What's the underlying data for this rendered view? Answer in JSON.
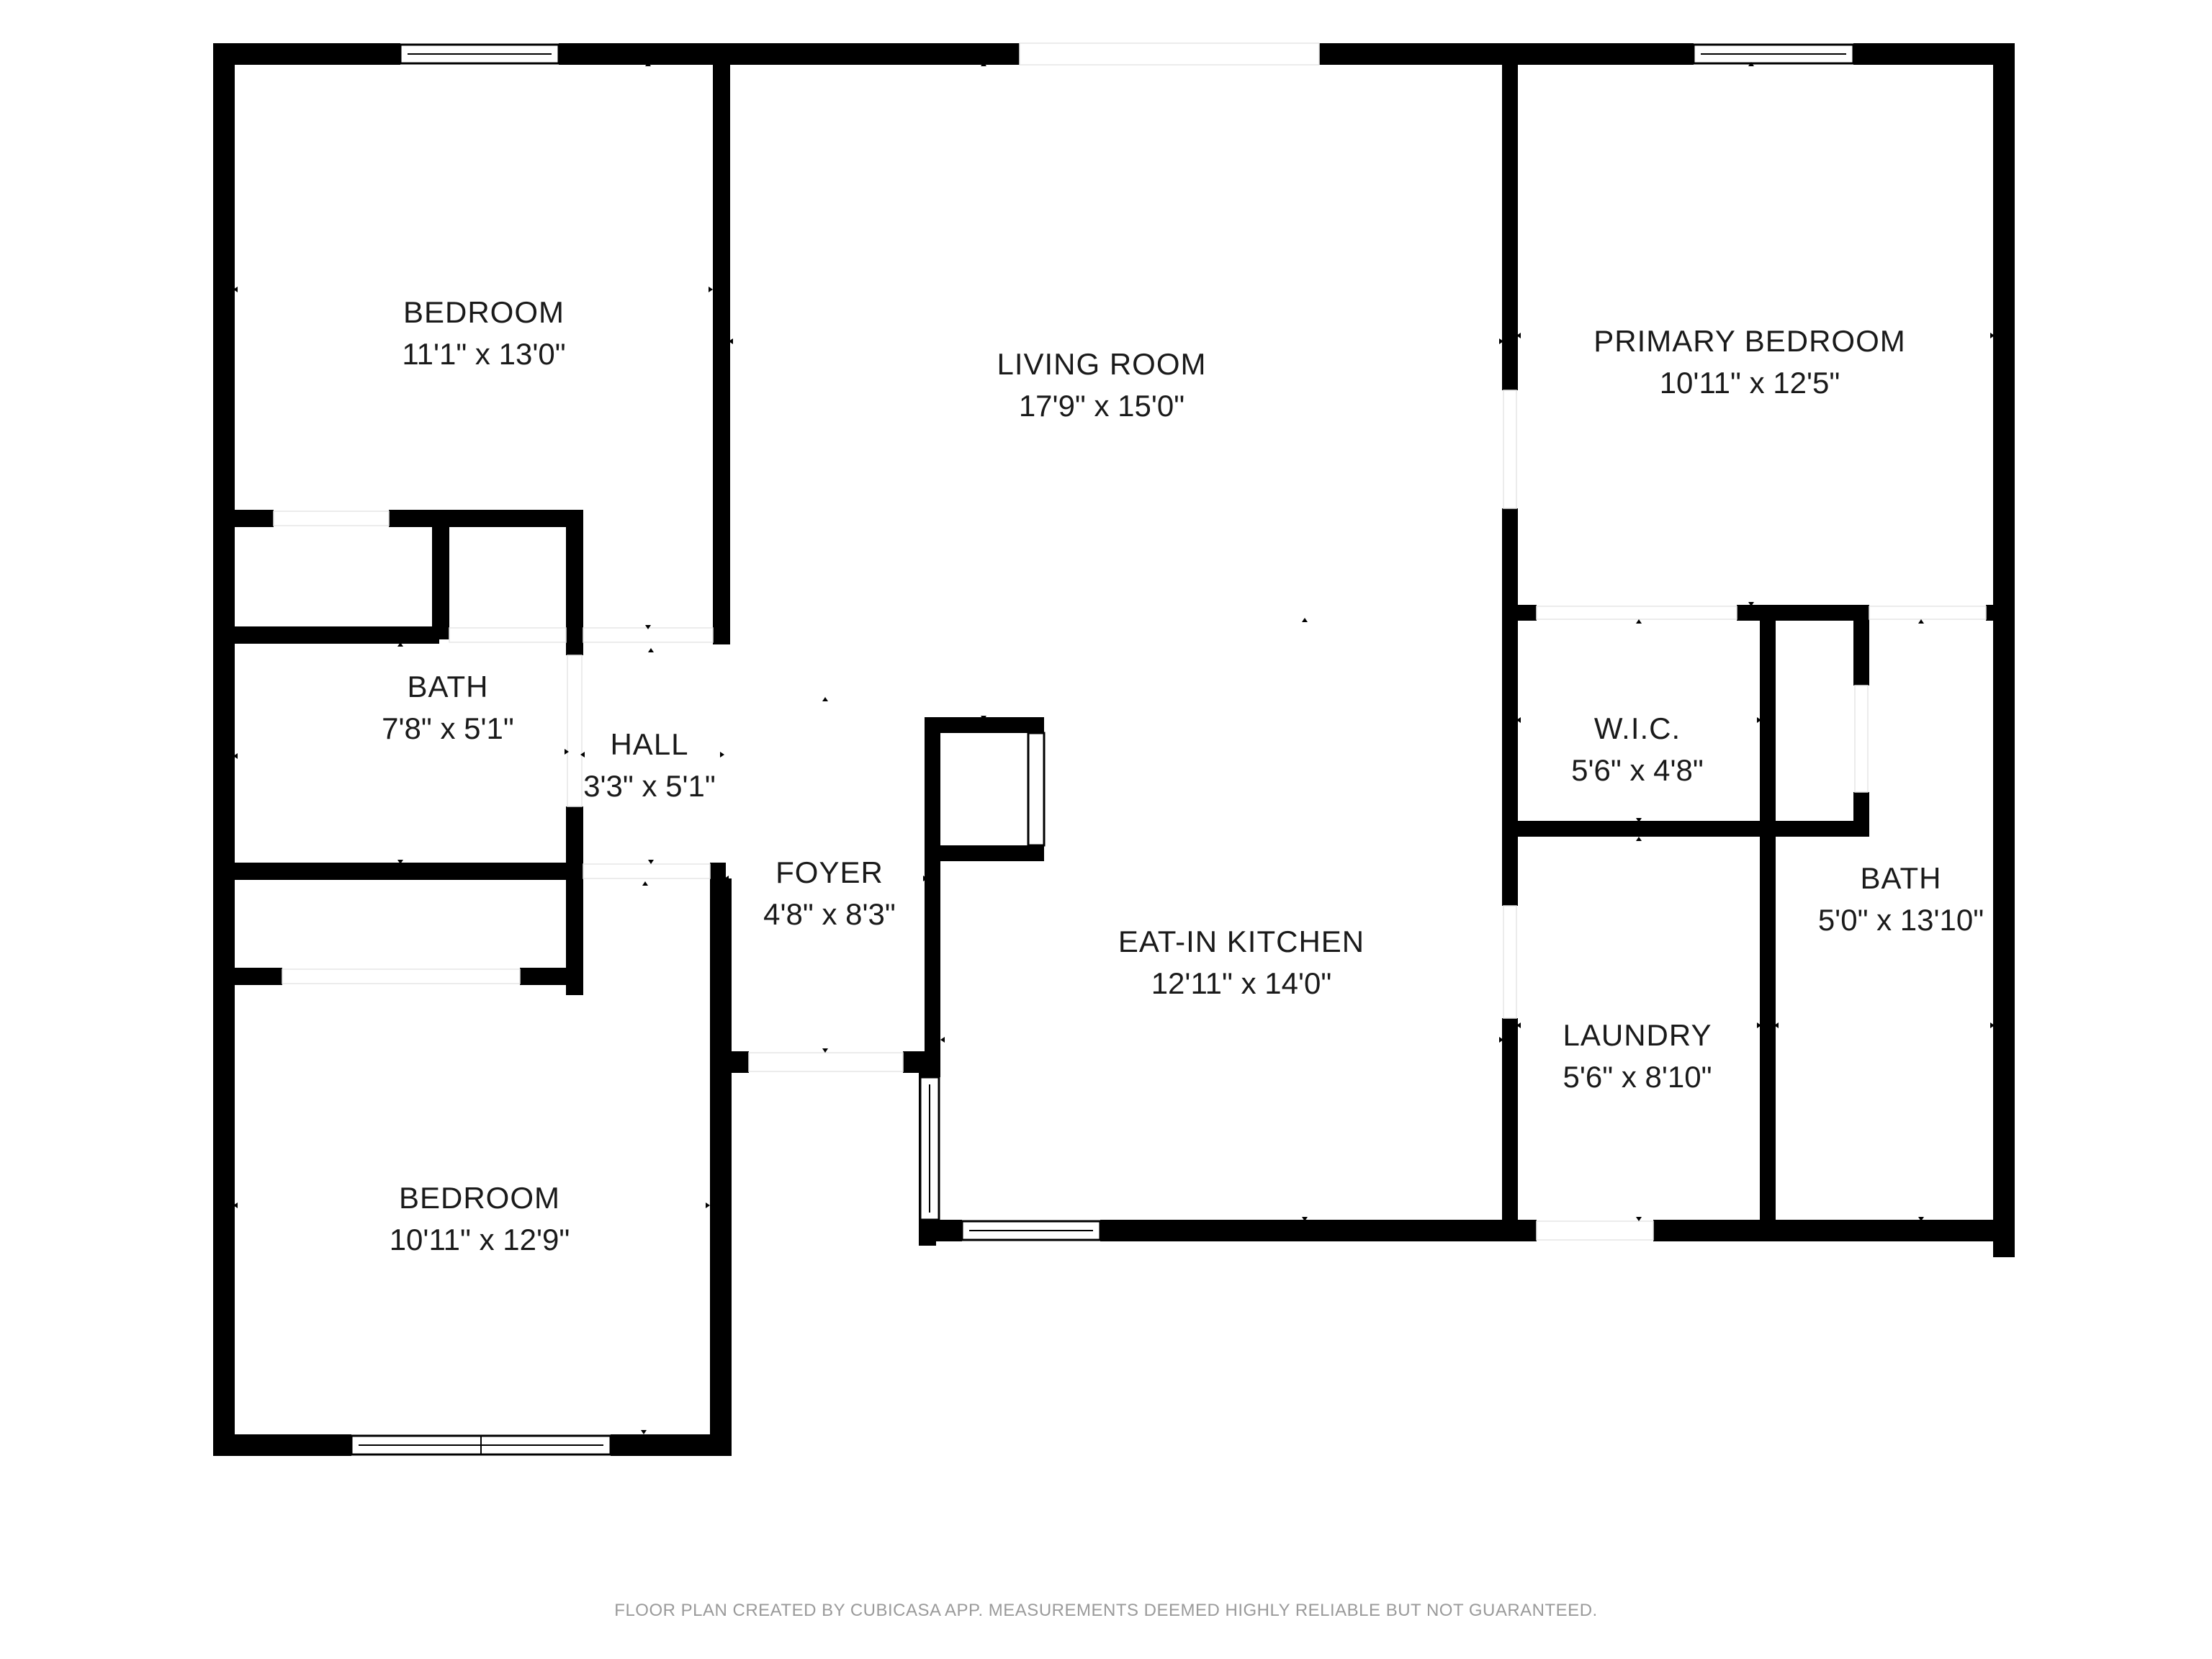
{
  "colors": {
    "wall": "#000000",
    "background": "#ffffff",
    "text": "#1a1a1a",
    "footer": "#9a9a9a"
  },
  "rooms": [
    {
      "id": "bedroom-1",
      "name": "BEDROOM",
      "dims": "11'1\" x 13'0\""
    },
    {
      "id": "living-room",
      "name": "LIVING ROOM",
      "dims": "17'9\" x 15'0\""
    },
    {
      "id": "primary-bedroom",
      "name": "PRIMARY BEDROOM",
      "dims": "10'11\" x 12'5\""
    },
    {
      "id": "bath-1",
      "name": "BATH",
      "dims": "7'8\" x 5'1\""
    },
    {
      "id": "hall",
      "name": "HALL",
      "dims": "3'3\" x 5'1\""
    },
    {
      "id": "wic",
      "name": "W.I.C.",
      "dims": "5'6\" x 4'8\""
    },
    {
      "id": "foyer",
      "name": "FOYER",
      "dims": "4'8\" x 8'3\""
    },
    {
      "id": "bath-2",
      "name": "BATH",
      "dims": "5'0\" x 13'10\""
    },
    {
      "id": "eat-in-kitchen",
      "name": "EAT-IN KITCHEN",
      "dims": "12'11\" x 14'0\""
    },
    {
      "id": "laundry",
      "name": "LAUNDRY",
      "dims": "5'6\" x 8'10\""
    },
    {
      "id": "bedroom-2",
      "name": "BEDROOM",
      "dims": "10'11\" x 12'9\""
    }
  ],
  "footer": "FLOOR PLAN CREATED BY CUBICASA APP. MEASUREMENTS DEEMED HIGHLY RELIABLE BUT NOT GUARANTEED."
}
